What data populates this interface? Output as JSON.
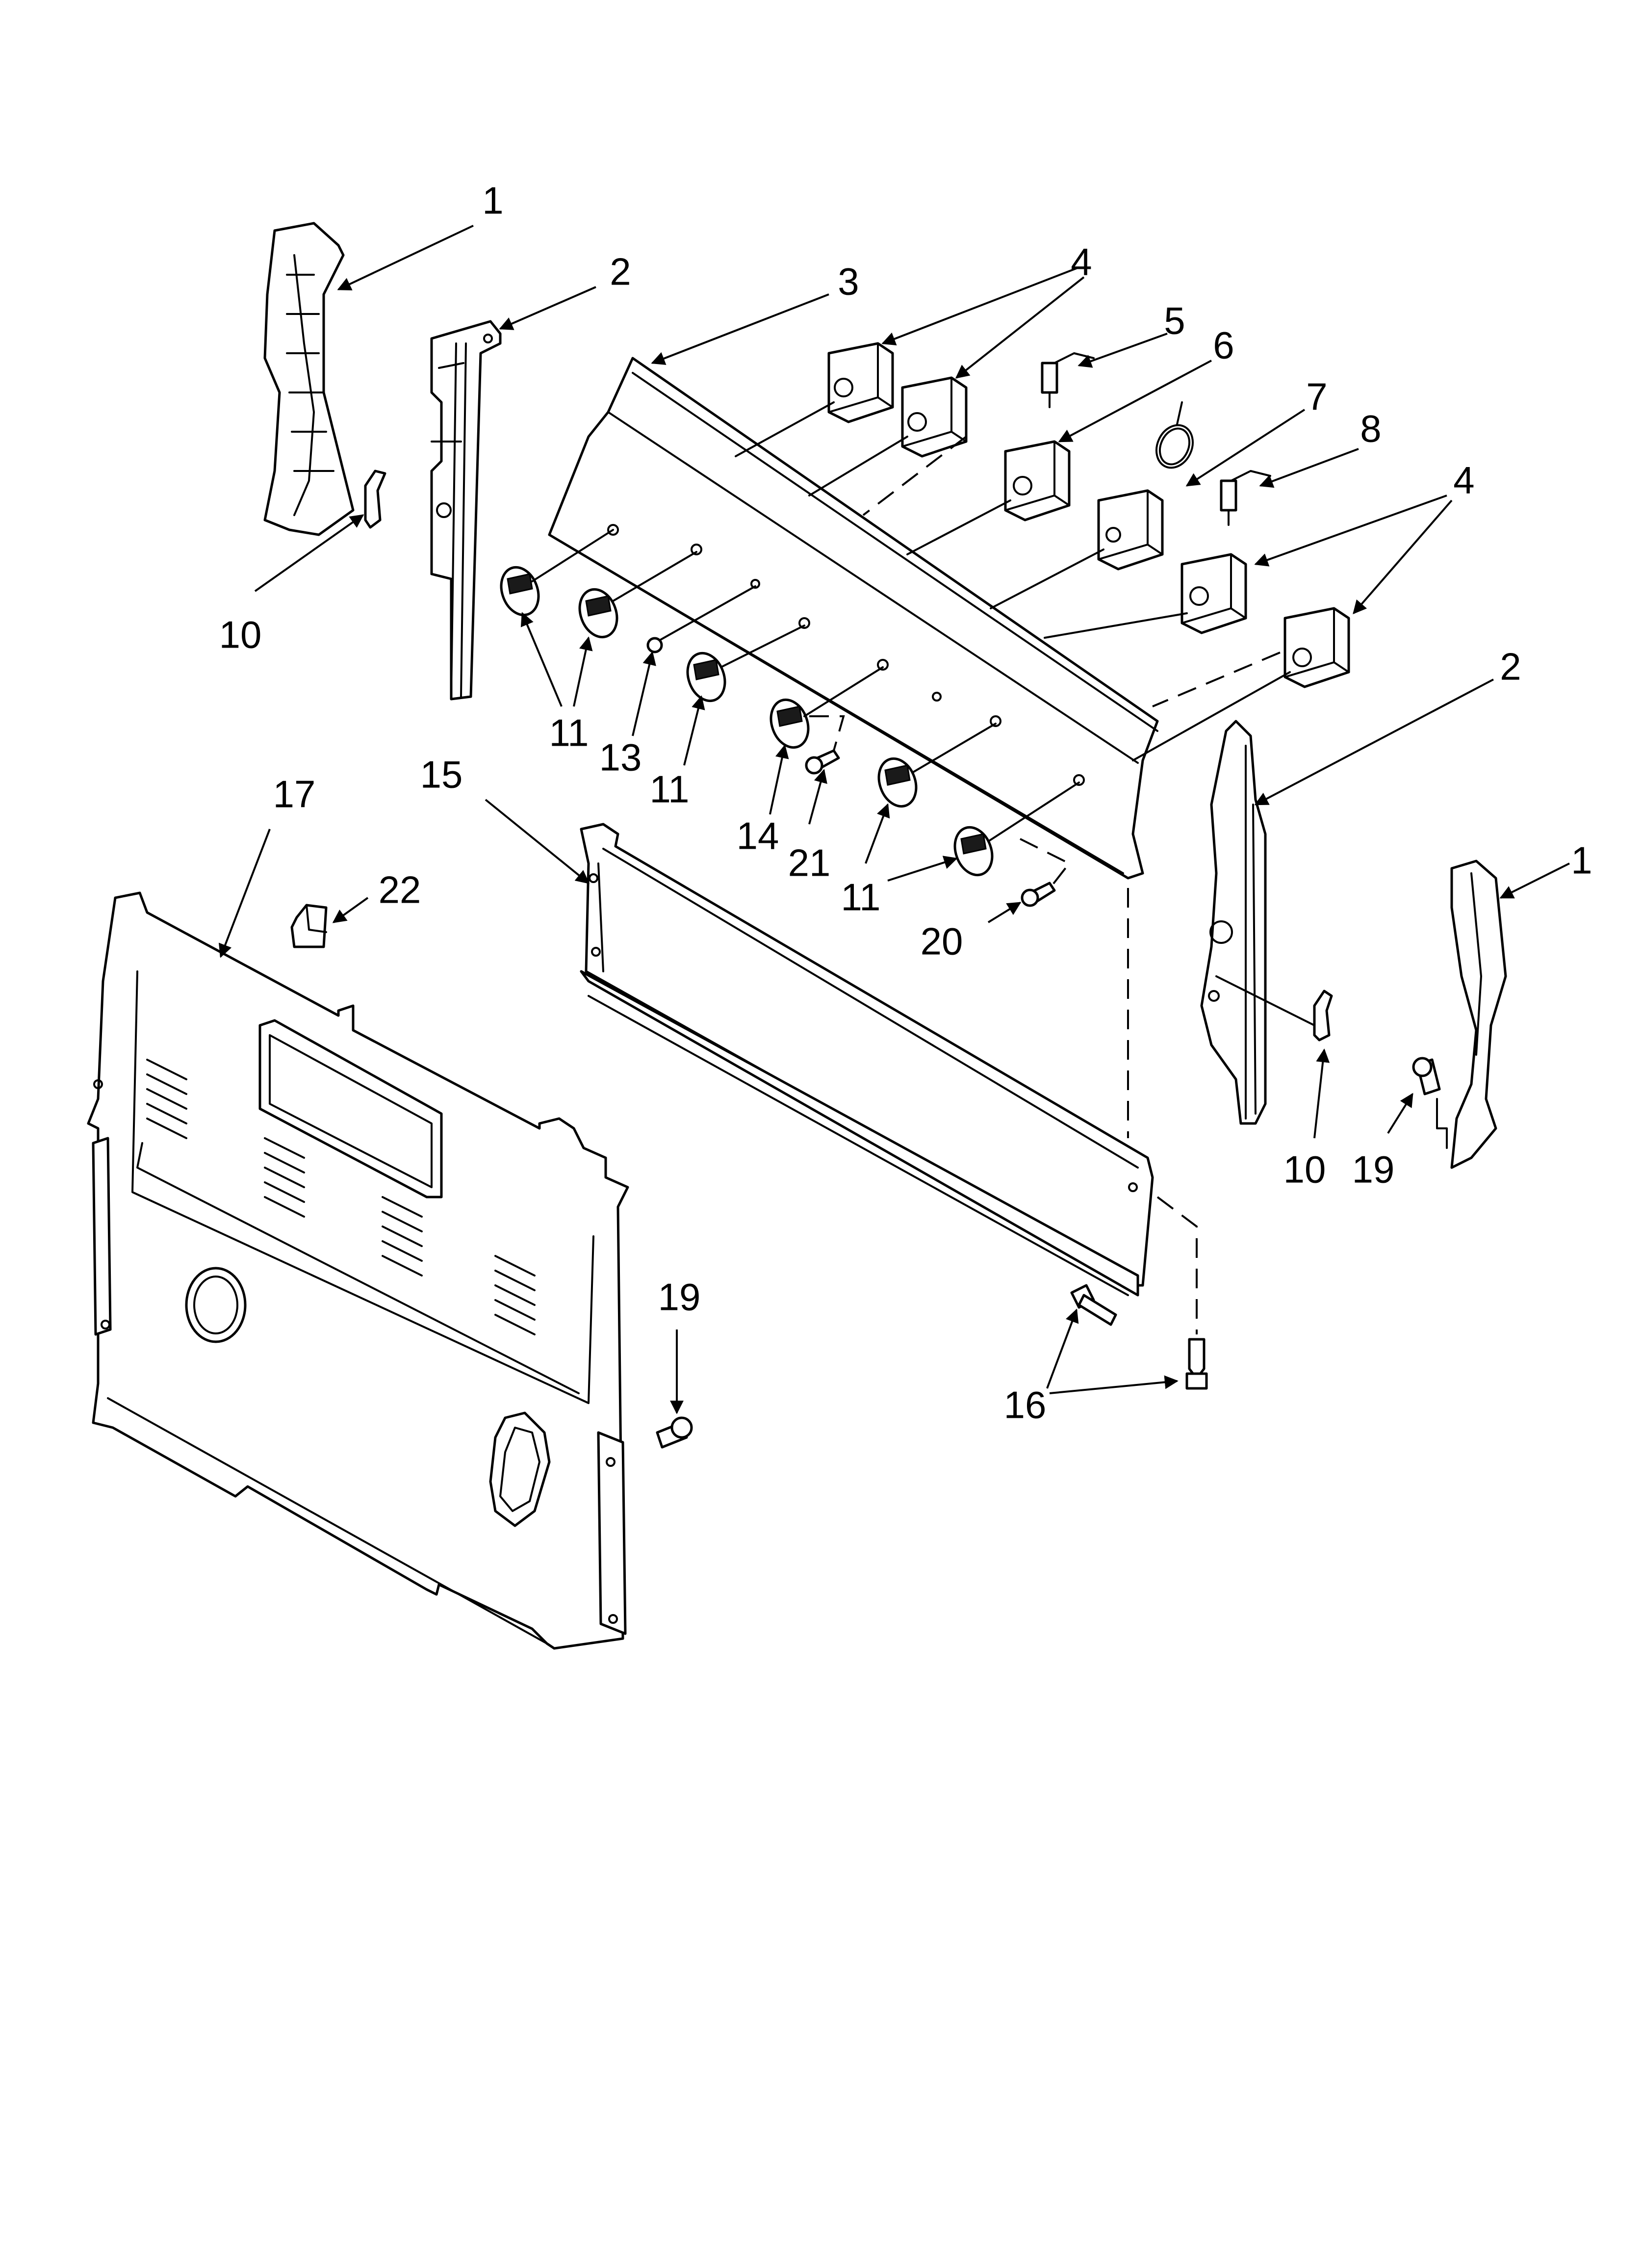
{
  "callouts": {
    "c1a": "1",
    "c1b": "1",
    "c2a": "2",
    "c2b": "2",
    "c3": "3",
    "c4a": "4",
    "c4b": "4",
    "c5": "5",
    "c6": "6",
    "c7": "7",
    "c8": "8",
    "c10a": "10",
    "c10b": "10",
    "c11a": "11",
    "c11b": "11",
    "c11c": "11",
    "c13": "13",
    "c14": "14",
    "c15": "15",
    "c16": "16",
    "c17": "17",
    "c19a": "19",
    "c19b": "19",
    "c20": "20",
    "c21": "21",
    "c22": "22"
  }
}
